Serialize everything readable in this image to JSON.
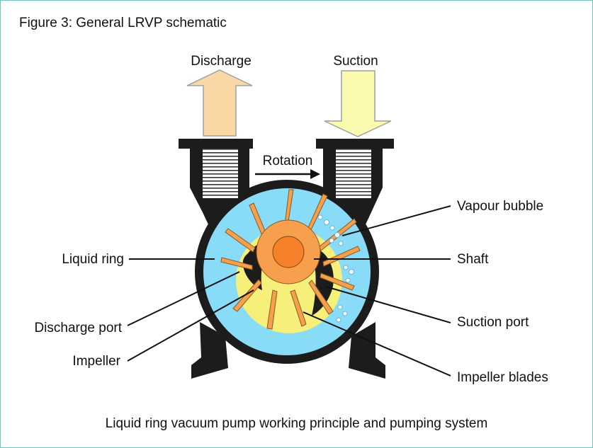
{
  "figure_title": "Figure 3: General LRVP schematic",
  "caption": "Liquid ring vacuum pump working principle and pumping system",
  "labels": {
    "discharge": "Discharge",
    "suction": "Suction",
    "rotation": "Rotation",
    "vapour_bubble": "Vapour bubble",
    "shaft": "Shaft",
    "liquid_ring": "Liquid ring",
    "discharge_port": "Discharge port",
    "suction_port": "Suction port",
    "impeller": "Impeller",
    "impeller_blades": "Impeller blades"
  },
  "colors": {
    "discharge_arrow": "#f9d8a5",
    "suction_arrow": "#fbfbb0",
    "liquid": "#88dcf7",
    "impeller": "#f6a04e",
    "shaft": "#f5812a",
    "eccentric_space": "#f6f07a",
    "casing": "#1c1c1c",
    "frame": "#6fc7c0"
  }
}
